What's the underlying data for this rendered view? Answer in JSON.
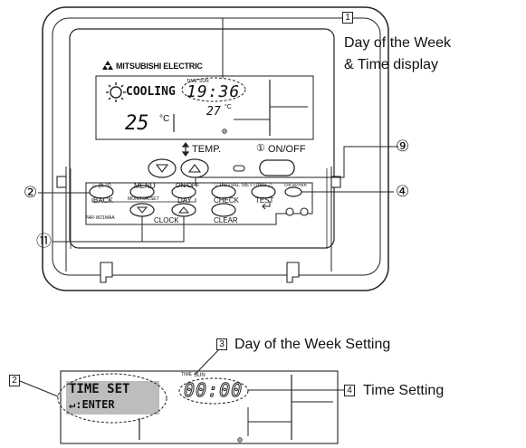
{
  "top": {
    "brand": "MITSUBISHI ELECTRIC",
    "lcd": {
      "mode": "COOLING",
      "time_label": "TIME",
      "day": "SUN",
      "time": "19:36",
      "set_temp": "25",
      "set_unit": "°C",
      "room_temp": "27",
      "room_unit": "°C"
    },
    "buttons": {
      "temp_label": "TEMP.",
      "on_off_label": "ON/OFF",
      "on_off_symbol": "①",
      "timer_mode_label": "☼ (h °0",
      "back": "BACK",
      "menu": "MENU",
      "monitor_set": "MONITOR/SET",
      "timer_on_off": "ON/OFF",
      "day": "DAY",
      "initial_setting": "▽ INITIAL SETTING △",
      "check": "CHECK",
      "clear": "CLEAR",
      "test": "TEST",
      "cir_water": "CIR.WATER",
      "clock": "CLOCK",
      "model": "PAR-W21MAA"
    },
    "callouts": {
      "n1": "1",
      "n1_text_line1": "Day of the Week",
      "n1_text_line2": "& Time display",
      "n9": "⑨",
      "n2": "②",
      "n4": "④",
      "n11": "⑪"
    }
  },
  "bottom": {
    "n3": "3",
    "n3_text": "Day of the Week Setting",
    "n2": "2",
    "n4": "4",
    "n4_text": "Time Setting",
    "lcd": {
      "line1": "TIME SET",
      "line2": "↵:ENTER",
      "time_label": "TIME",
      "day": "SUN",
      "time": "00:00"
    }
  }
}
